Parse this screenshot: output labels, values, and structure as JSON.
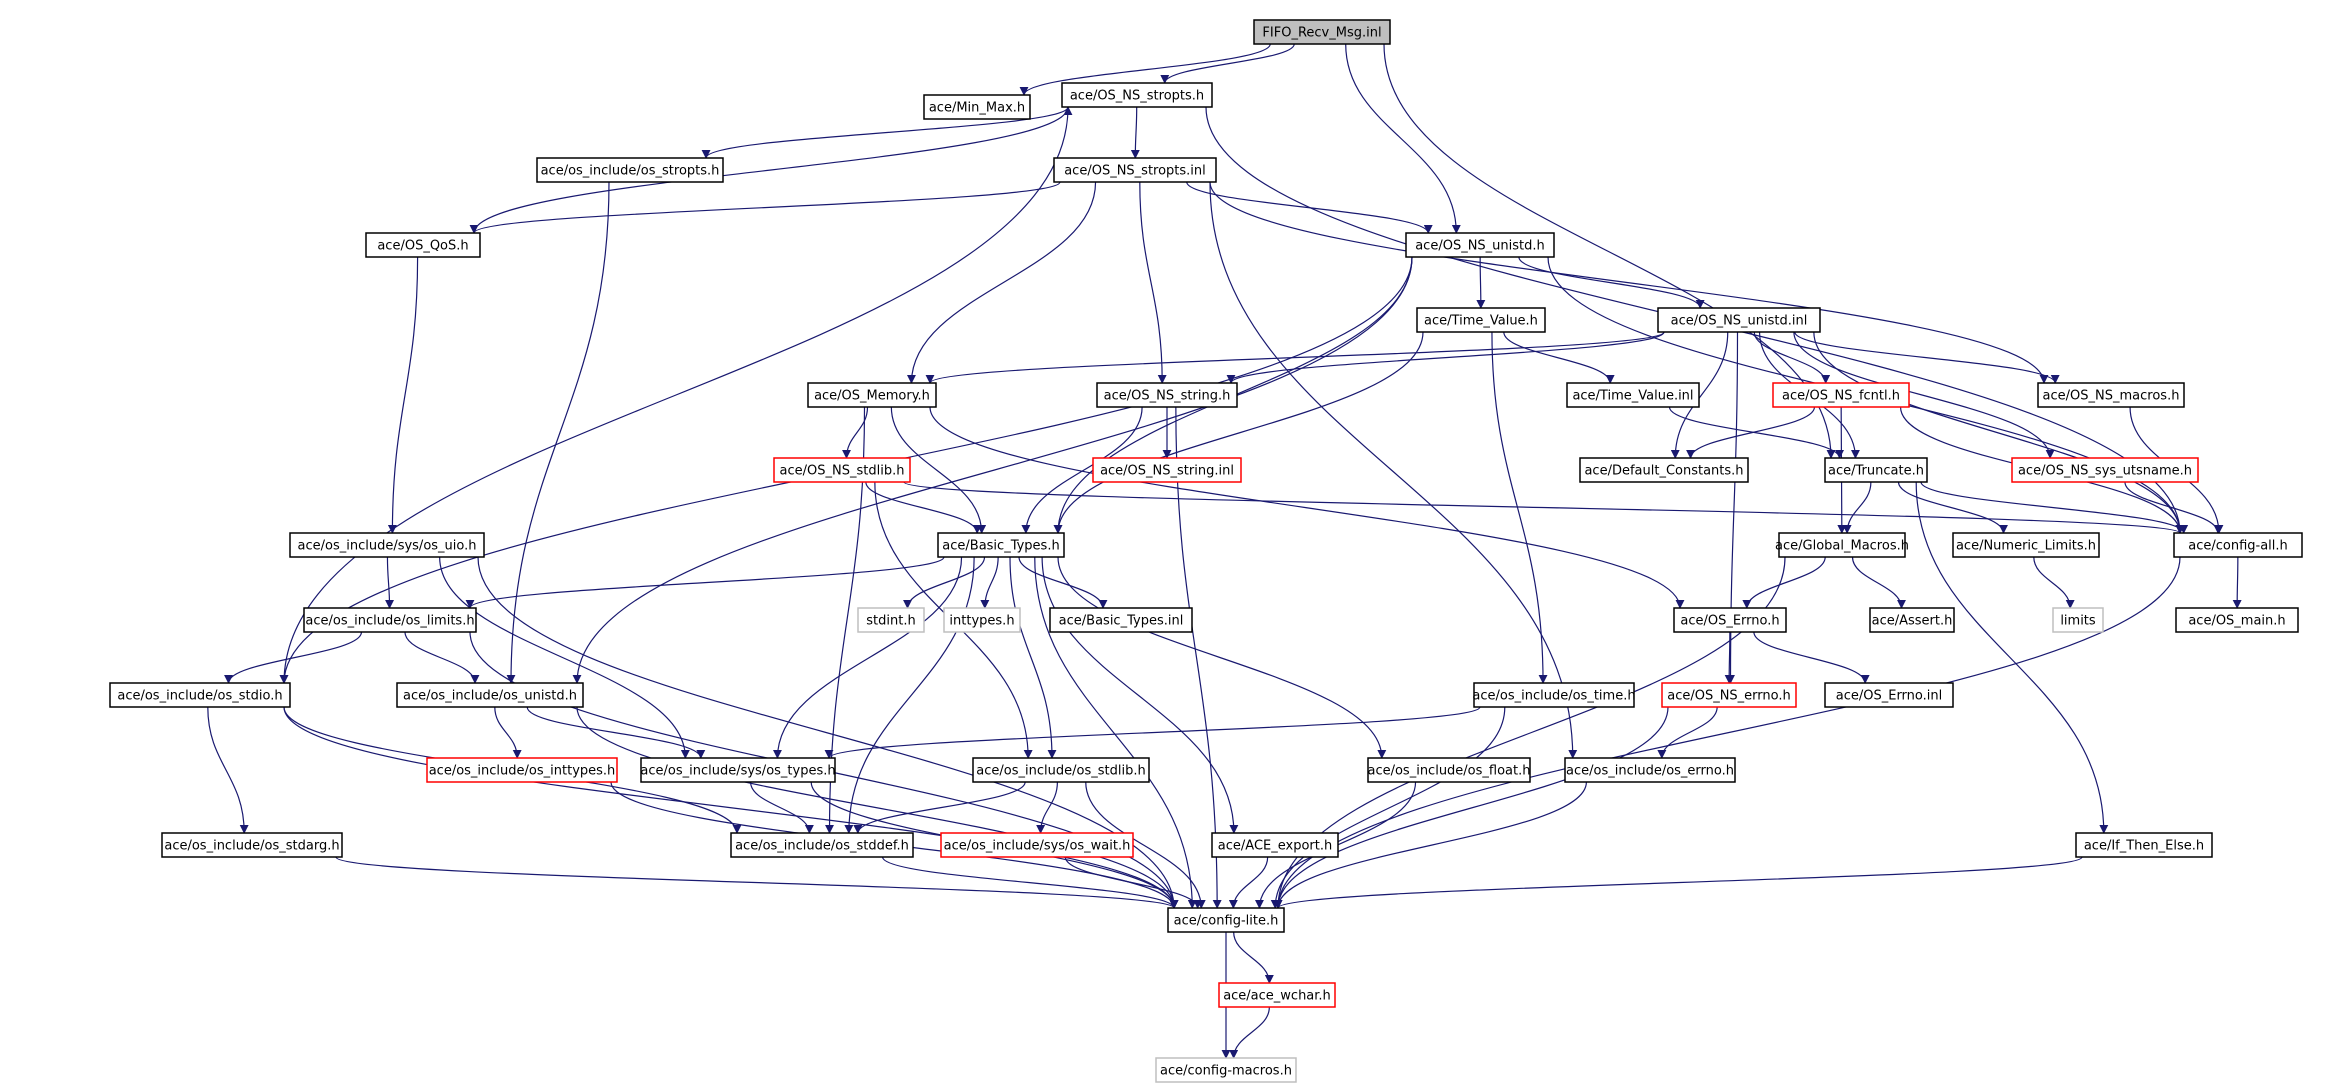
{
  "colors": {
    "edge": "#191970",
    "node_border": "#000000",
    "node_border_missing": "#ff0000",
    "node_border_external": "#bfbfbf",
    "root_fill": "#bfbfbf",
    "node_fill": "#ffffff",
    "text": "#000000"
  },
  "nodes": [
    {
      "id": "root",
      "label": "FIFO_Recv_Msg.inl",
      "kind": "root"
    },
    {
      "id": "minmax",
      "label": "ace/Min_Max.h",
      "kind": "normal"
    },
    {
      "id": "stropts_h",
      "label": "ace/OS_NS_stropts.h",
      "kind": "normal"
    },
    {
      "id": "inc_stropts",
      "label": "ace/os_include/os_stropts.h",
      "kind": "normal"
    },
    {
      "id": "stropts_inl",
      "label": "ace/OS_NS_stropts.inl",
      "kind": "normal"
    },
    {
      "id": "qos",
      "label": "ace/OS_QoS.h",
      "kind": "normal"
    },
    {
      "id": "unistd_h",
      "label": "ace/OS_NS_unistd.h",
      "kind": "normal"
    },
    {
      "id": "timevalue_h",
      "label": "ace/Time_Value.h",
      "kind": "normal"
    },
    {
      "id": "unistd_inl",
      "label": "ace/OS_NS_unistd.inl",
      "kind": "normal"
    },
    {
      "id": "osmemory",
      "label": "ace/OS_Memory.h",
      "kind": "normal"
    },
    {
      "id": "string_h",
      "label": "ace/OS_NS_string.h",
      "kind": "normal"
    },
    {
      "id": "timevalue_inl",
      "label": "ace/Time_Value.inl",
      "kind": "normal"
    },
    {
      "id": "fcntl",
      "label": "ace/OS_NS_fcntl.h",
      "kind": "missing"
    },
    {
      "id": "macros",
      "label": "ace/OS_NS_macros.h",
      "kind": "normal"
    },
    {
      "id": "stdlib_h",
      "label": "ace/OS_NS_stdlib.h",
      "kind": "missing"
    },
    {
      "id": "string_inl",
      "label": "ace/OS_NS_string.inl",
      "kind": "missing"
    },
    {
      "id": "defconst",
      "label": "ace/Default_Constants.h",
      "kind": "normal"
    },
    {
      "id": "truncate",
      "label": "ace/Truncate.h",
      "kind": "normal"
    },
    {
      "id": "utsname",
      "label": "ace/OS_NS_sys_utsname.h",
      "kind": "missing"
    },
    {
      "id": "sys_uio",
      "label": "ace/os_include/sys/os_uio.h",
      "kind": "normal"
    },
    {
      "id": "basic_types",
      "label": "ace/Basic_Types.h",
      "kind": "normal"
    },
    {
      "id": "globalmacros",
      "label": "ace/Global_Macros.h",
      "kind": "normal"
    },
    {
      "id": "numlimits",
      "label": "ace/Numeric_Limits.h",
      "kind": "normal"
    },
    {
      "id": "configall",
      "label": "ace/config-all.h",
      "kind": "normal"
    },
    {
      "id": "inc_limits",
      "label": "ace/os_include/os_limits.h",
      "kind": "normal"
    },
    {
      "id": "stdint",
      "label": "stdint.h",
      "kind": "external"
    },
    {
      "id": "inttypes_ext",
      "label": "inttypes.h",
      "kind": "external"
    },
    {
      "id": "bt_inl",
      "label": "ace/Basic_Types.inl",
      "kind": "normal"
    },
    {
      "id": "oserrno",
      "label": "ace/OS_Errno.h",
      "kind": "normal"
    },
    {
      "id": "assert",
      "label": "ace/Assert.h",
      "kind": "normal"
    },
    {
      "id": "limits",
      "label": "limits",
      "kind": "external"
    },
    {
      "id": "osmain",
      "label": "ace/OS_main.h",
      "kind": "normal"
    },
    {
      "id": "inc_stdio",
      "label": "ace/os_include/os_stdio.h",
      "kind": "normal"
    },
    {
      "id": "inc_unistd",
      "label": "ace/os_include/os_unistd.h",
      "kind": "normal"
    },
    {
      "id": "inc_time",
      "label": "ace/os_include/os_time.h",
      "kind": "normal"
    },
    {
      "id": "ns_errno",
      "label": "ace/OS_NS_errno.h",
      "kind": "missing"
    },
    {
      "id": "errno_inl",
      "label": "ace/OS_Errno.inl",
      "kind": "normal"
    },
    {
      "id": "inc_inttypes",
      "label": "ace/os_include/os_inttypes.h",
      "kind": "missing"
    },
    {
      "id": "sys_types",
      "label": "ace/os_include/sys/os_types.h",
      "kind": "normal"
    },
    {
      "id": "inc_stdlib",
      "label": "ace/os_include/os_stdlib.h",
      "kind": "normal"
    },
    {
      "id": "inc_float",
      "label": "ace/os_include/os_float.h",
      "kind": "normal"
    },
    {
      "id": "inc_errno",
      "label": "ace/os_include/os_errno.h",
      "kind": "normal"
    },
    {
      "id": "inc_stdarg",
      "label": "ace/os_include/os_stdarg.h",
      "kind": "normal"
    },
    {
      "id": "inc_stddef",
      "label": "ace/os_include/os_stddef.h",
      "kind": "normal"
    },
    {
      "id": "sys_wait",
      "label": "ace/os_include/sys/os_wait.h",
      "kind": "missing"
    },
    {
      "id": "ace_export",
      "label": "ace/ACE_export.h",
      "kind": "normal"
    },
    {
      "id": "ifthenelse",
      "label": "ace/If_Then_Else.h",
      "kind": "normal"
    },
    {
      "id": "configlite",
      "label": "ace/config-lite.h",
      "kind": "normal"
    },
    {
      "id": "wchar",
      "label": "ace/ace_wchar.h",
      "kind": "missing"
    },
    {
      "id": "configmacros",
      "label": "ace/config-macros.h",
      "kind": "external"
    }
  ],
  "edges": [
    [
      "root",
      "minmax"
    ],
    [
      "root",
      "stropts_h"
    ],
    [
      "root",
      "unistd_h"
    ],
    [
      "root",
      "truncate"
    ],
    [
      "stropts_h",
      "inc_stropts"
    ],
    [
      "stropts_h",
      "stropts_inl"
    ],
    [
      "stropts_h",
      "inc_stdio"
    ],
    [
      "stropts_h",
      "configall"
    ],
    [
      "inc_stropts",
      "inc_unistd"
    ],
    [
      "stropts_inl",
      "qos"
    ],
    [
      "stropts_inl",
      "unistd_h"
    ],
    [
      "stropts_inl",
      "osmemory"
    ],
    [
      "stropts_inl",
      "string_h"
    ],
    [
      "stropts_inl",
      "inc_errno"
    ],
    [
      "stropts_inl",
      "macros"
    ],
    [
      "qos",
      "stropts_h"
    ],
    [
      "qos",
      "sys_uio"
    ],
    [
      "unistd_h",
      "timevalue_h"
    ],
    [
      "unistd_h",
      "unistd_inl"
    ],
    [
      "unistd_h",
      "basic_types"
    ],
    [
      "unistd_h",
      "inc_stdio"
    ],
    [
      "unistd_h",
      "inc_unistd"
    ],
    [
      "unistd_h",
      "configall"
    ],
    [
      "timevalue_h",
      "timevalue_inl"
    ],
    [
      "timevalue_h",
      "basic_types"
    ],
    [
      "timevalue_h",
      "inc_time"
    ],
    [
      "unistd_inl",
      "osmemory"
    ],
    [
      "unistd_inl",
      "string_h"
    ],
    [
      "unistd_inl",
      "fcntl"
    ],
    [
      "unistd_inl",
      "macros"
    ],
    [
      "unistd_inl",
      "defconst"
    ],
    [
      "unistd_inl",
      "truncate"
    ],
    [
      "unistd_inl",
      "utsname"
    ],
    [
      "unistd_inl",
      "ns_errno"
    ],
    [
      "unistd_inl",
      "configall"
    ],
    [
      "timevalue_inl",
      "truncate"
    ],
    [
      "osmemory",
      "stdlib_h"
    ],
    [
      "osmemory",
      "basic_types"
    ],
    [
      "osmemory",
      "oserrno"
    ],
    [
      "osmemory",
      "inc_stddef"
    ],
    [
      "string_h",
      "string_inl"
    ],
    [
      "string_h",
      "basic_types"
    ],
    [
      "string_h",
      "configlite"
    ],
    [
      "fcntl",
      "defconst"
    ],
    [
      "fcntl",
      "globalmacros"
    ],
    [
      "fcntl",
      "configall"
    ],
    [
      "macros",
      "configall"
    ],
    [
      "stdlib_h",
      "basic_types"
    ],
    [
      "stdlib_h",
      "inc_stdlib"
    ],
    [
      "stdlib_h",
      "configall"
    ],
    [
      "truncate",
      "globalmacros"
    ],
    [
      "truncate",
      "numlimits"
    ],
    [
      "truncate",
      "ifthenelse"
    ],
    [
      "truncate",
      "configall"
    ],
    [
      "utsname",
      "configall"
    ],
    [
      "sys_uio",
      "inc_limits"
    ],
    [
      "sys_uio",
      "sys_types"
    ],
    [
      "sys_uio",
      "configlite"
    ],
    [
      "basic_types",
      "inc_limits"
    ],
    [
      "basic_types",
      "stdint"
    ],
    [
      "basic_types",
      "inttypes_ext"
    ],
    [
      "basic_types",
      "bt_inl"
    ],
    [
      "basic_types",
      "sys_types"
    ],
    [
      "basic_types",
      "inc_stdlib"
    ],
    [
      "basic_types",
      "inc_float"
    ],
    [
      "basic_types",
      "ace_export"
    ],
    [
      "basic_types",
      "inc_stddef"
    ],
    [
      "basic_types",
      "configlite"
    ],
    [
      "globalmacros",
      "oserrno"
    ],
    [
      "globalmacros",
      "assert"
    ],
    [
      "globalmacros",
      "configlite"
    ],
    [
      "numlimits",
      "limits"
    ],
    [
      "configall",
      "osmain"
    ],
    [
      "configall",
      "configlite"
    ],
    [
      "inc_limits",
      "inc_stdio"
    ],
    [
      "inc_limits",
      "inc_unistd"
    ],
    [
      "inc_limits",
      "configlite"
    ],
    [
      "oserrno",
      "ns_errno"
    ],
    [
      "oserrno",
      "errno_inl"
    ],
    [
      "inc_stdio",
      "inc_stdarg"
    ],
    [
      "inc_stdio",
      "inc_stddef"
    ],
    [
      "inc_stdio",
      "configlite"
    ],
    [
      "inc_unistd",
      "inc_inttypes"
    ],
    [
      "inc_unistd",
      "sys_types"
    ],
    [
      "inc_unistd",
      "configlite"
    ],
    [
      "inc_time",
      "sys_types"
    ],
    [
      "inc_time",
      "configlite"
    ],
    [
      "ns_errno",
      "inc_errno"
    ],
    [
      "ns_errno",
      "configlite"
    ],
    [
      "inc_inttypes",
      "configlite"
    ],
    [
      "sys_types",
      "inc_stddef"
    ],
    [
      "sys_types",
      "configlite"
    ],
    [
      "inc_stdlib",
      "inc_stddef"
    ],
    [
      "inc_stdlib",
      "sys_wait"
    ],
    [
      "inc_stdlib",
      "configlite"
    ],
    [
      "inc_float",
      "configlite"
    ],
    [
      "inc_errno",
      "configlite"
    ],
    [
      "inc_stdarg",
      "configlite"
    ],
    [
      "inc_stddef",
      "configlite"
    ],
    [
      "sys_wait",
      "configlite"
    ],
    [
      "ace_export",
      "configlite"
    ],
    [
      "ifthenelse",
      "configlite"
    ],
    [
      "configlite",
      "wchar"
    ],
    [
      "configlite",
      "configmacros"
    ],
    [
      "wchar",
      "configmacros"
    ]
  ]
}
